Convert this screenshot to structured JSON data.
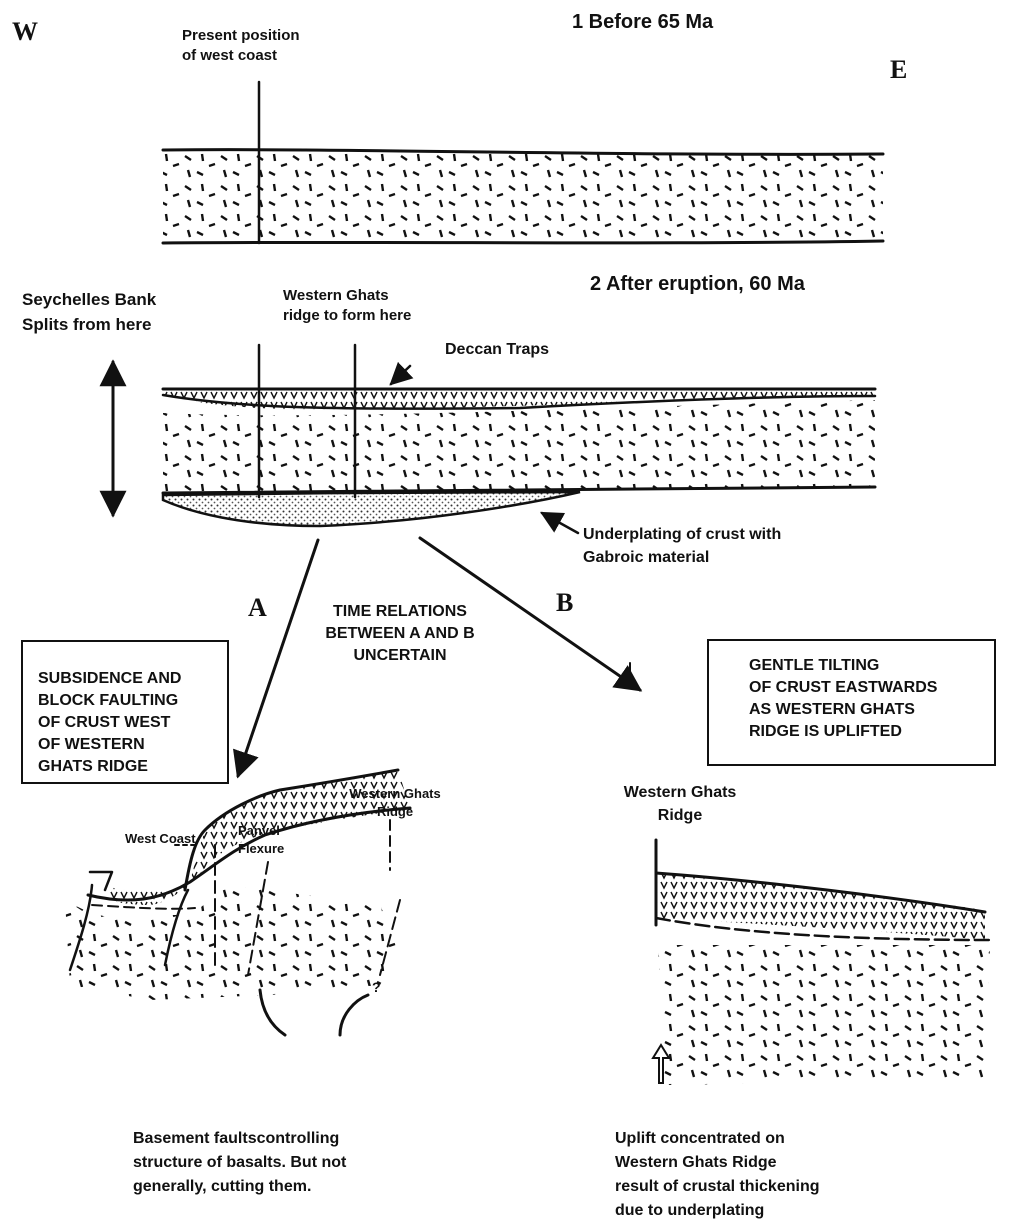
{
  "compass": {
    "west": "W",
    "east": "E"
  },
  "stage1": {
    "title": "1 Before 65 Ma",
    "present_coast_label": [
      "Present position",
      "of west coast"
    ]
  },
  "stage2": {
    "title": "2 After eruption, 60 Ma",
    "seychelles_label": [
      "Seychelles Bank",
      "Splits from here"
    ],
    "ghats_label": [
      "Western Ghats",
      "ridge to form here"
    ],
    "deccan_label": "Deccan Traps",
    "underplating_label": [
      "Underplating of crust with",
      "Gabroic material"
    ]
  },
  "branches": {
    "a_letter": "A",
    "b_letter": "B",
    "time_note": [
      "TIME RELATIONS",
      "BETWEEN A AND B",
      "UNCERTAIN"
    ]
  },
  "panel_a": {
    "box_text": [
      "SUBSIDENCE  AND",
      "BLOCK FAULTING",
      "OF CRUST WEST",
      "OF WESTERN",
      "GHATS RIDGE"
    ],
    "west_coast_label": "West Coast",
    "panvel_label": [
      "Panvel",
      "Flexure"
    ],
    "ghats_ridge_label": [
      "Western Ghats",
      "Ridge"
    ],
    "caption": [
      "Basement faultscontrolling",
      "structure of basalts. But not",
      "generally, cutting them."
    ]
  },
  "panel_b": {
    "box_text": [
      "GENTLE TILTING",
      "OF CRUST EASTWARDS",
      "AS WESTERN GHATS",
      "RIDGE IS UPLIFTED"
    ],
    "ghats_ridge_label": [
      "Western Ghats",
      "Ridge"
    ],
    "caption": [
      "Uplift concentrated on",
      "Western Ghats Ridge",
      "result of crustal thickening",
      "due to underplating"
    ]
  }
}
